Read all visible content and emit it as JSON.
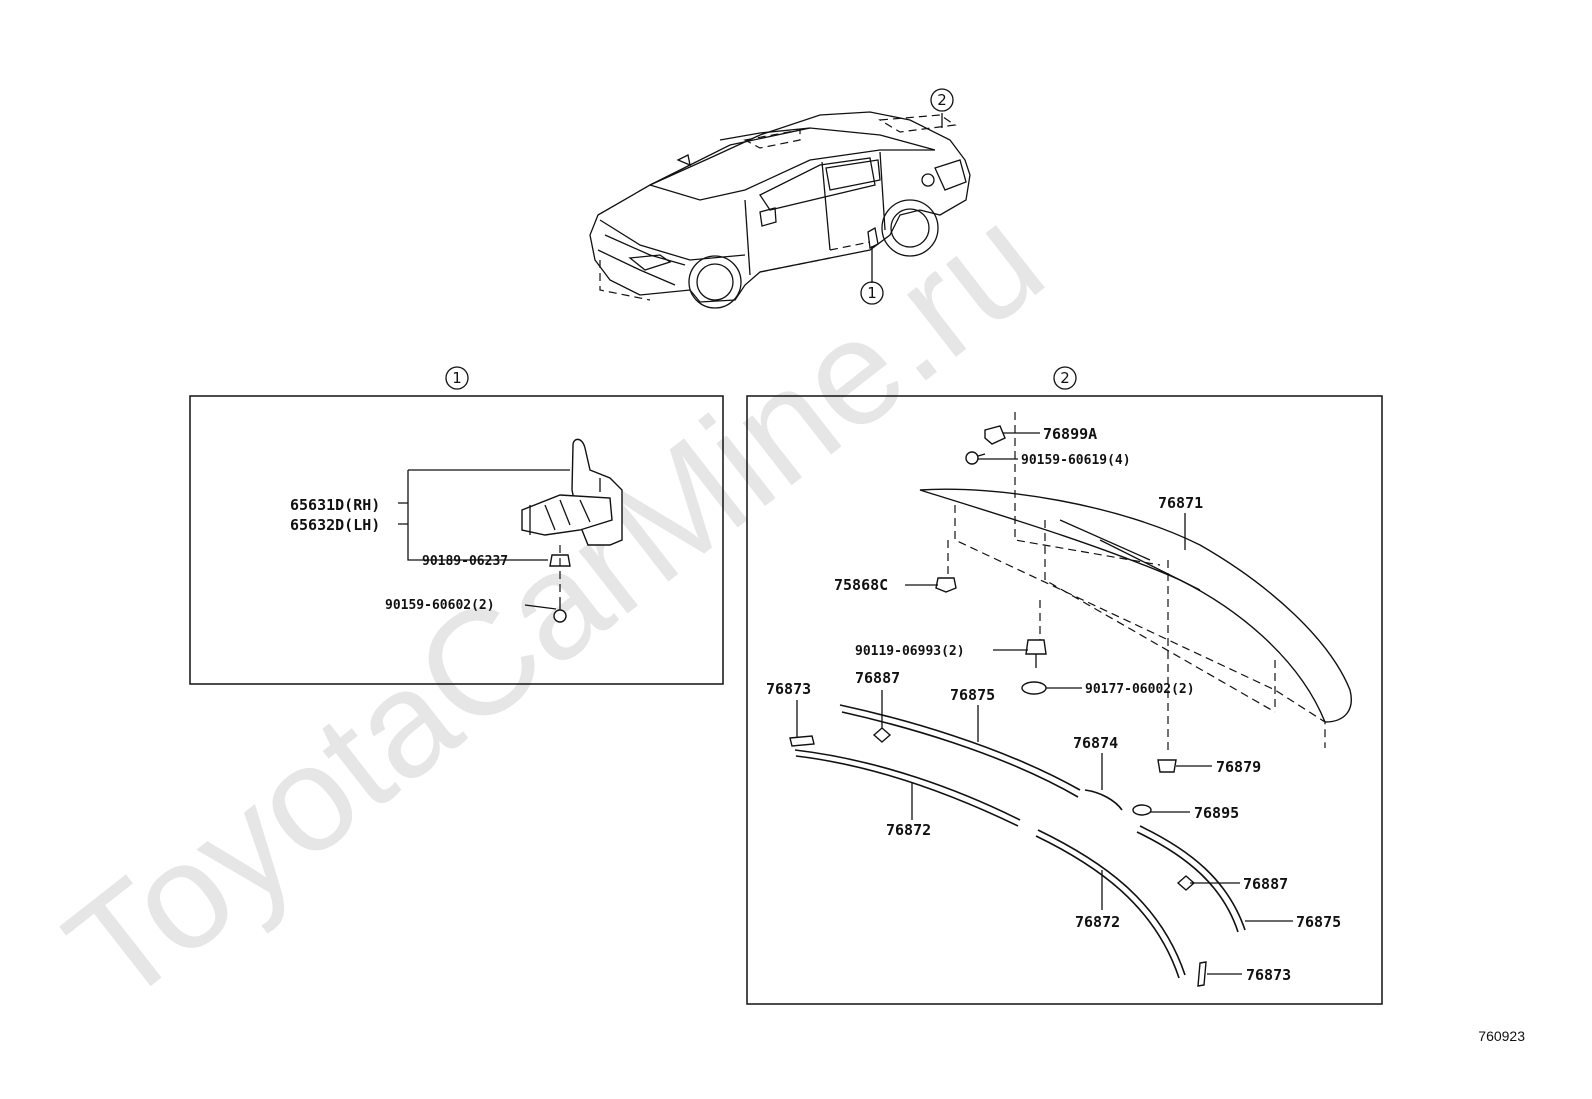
{
  "watermark": "ToyotaCarMine.ru",
  "diagram_code": "760923",
  "overview": {
    "callout_1": "1",
    "callout_2": "2"
  },
  "panel_1": {
    "header": "1",
    "labels": {
      "p65631": "65631D(RH)",
      "p65632": "65632D(LH)",
      "p90189": "90189-06237",
      "p90159": "90159-60602(2)"
    }
  },
  "panel_2": {
    "header": "2",
    "labels": {
      "p76899": "76899A",
      "p90159": "90159-60619(4)",
      "p76871": "76871",
      "p75868": "75868C",
      "p90119": "90119-06993(2)",
      "p90177": "90177-06002(2)",
      "p76873a": "76873",
      "p76887a": "76887",
      "p76875a": "76875",
      "p76874": "76874",
      "p76879": "76879",
      "p76895": "76895",
      "p76872a": "76872",
      "p76887b": "76887",
      "p76875b": "76875",
      "p76872b": "76872",
      "p76873b": "76873"
    }
  }
}
